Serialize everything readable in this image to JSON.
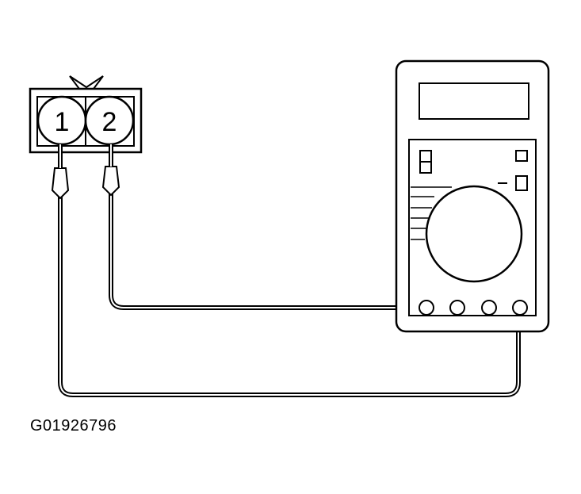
{
  "figure_id": "G01926796",
  "connector": {
    "pins": [
      "1",
      "2"
    ]
  },
  "colors": {
    "line": "#000000",
    "background": "#ffffff"
  }
}
